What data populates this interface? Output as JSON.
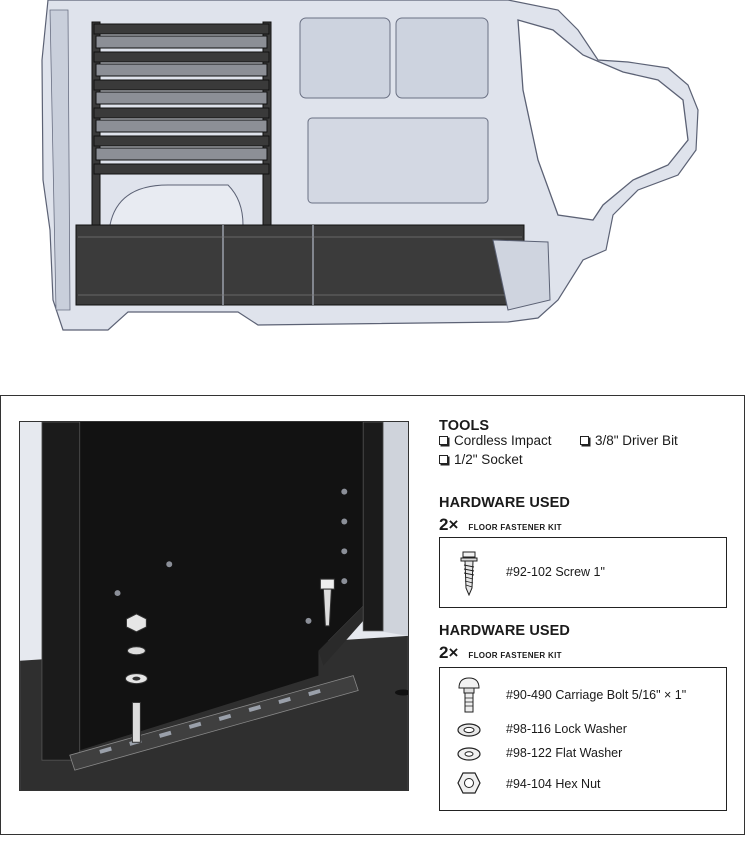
{
  "tools": {
    "title": "TOOLS",
    "items": [
      {
        "label": "Cordless Impact"
      },
      {
        "label": "3/8\" Driver Bit"
      },
      {
        "label": "1/2\" Socket"
      }
    ]
  },
  "hardware_groups": [
    {
      "title": "HARDWARE USED",
      "qty": "2×",
      "kit_name": "FLOOR FASTENER KIT",
      "items": [
        {
          "part": "#92-102 Screw   1\"",
          "icon": "screw-icon"
        }
      ]
    },
    {
      "title": "HARDWARE USED",
      "qty": "2×",
      "kit_name": "FLOOR FASTENER KIT",
      "items": [
        {
          "part": "#90-490 Carriage Bolt  5/16\" × 1\"",
          "icon": "carriage-bolt-icon"
        },
        {
          "part": "#98-116 Lock Washer",
          "icon": "lock-washer-icon"
        },
        {
          "part": "#98-122 Flat Washer",
          "icon": "flat-washer-icon"
        },
        {
          "part": "#94-104 Hex Nut",
          "icon": "hex-nut-icon"
        }
      ]
    }
  ],
  "colors": {
    "van_body": "#dde1ea",
    "floor_panel": "#3b3b3b",
    "shelf_black": "#141414"
  }
}
